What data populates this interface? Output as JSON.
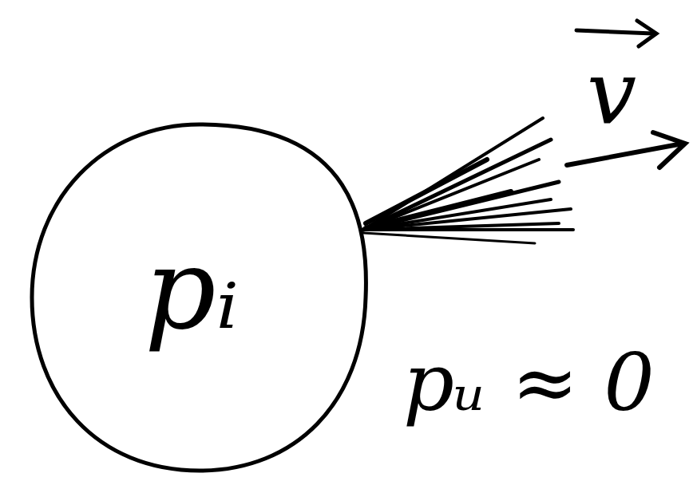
{
  "diagram": {
    "nodes": [
      {
        "text": [
          "pᵢ"
        ]
      }
    ],
    "labels": [
      "v",
      "pᵤ ≈ 0"
    ]
  }
}
